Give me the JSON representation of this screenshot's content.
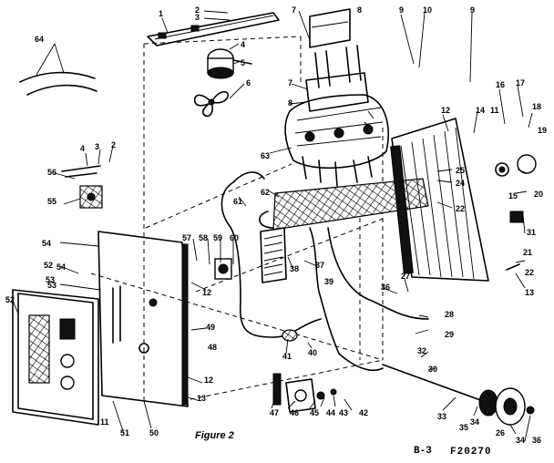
{
  "figure_label": "Figure 2",
  "page_code": "B-3",
  "drawing_number": "F20270",
  "callouts": [
    {
      "id": "c1",
      "text": "1"
    },
    {
      "id": "c2",
      "text": "2"
    },
    {
      "id": "c3",
      "text": "3"
    },
    {
      "id": "c4",
      "text": "4"
    },
    {
      "id": "c5",
      "text": "5"
    },
    {
      "id": "c6",
      "text": "6"
    },
    {
      "id": "c7",
      "text": "7"
    },
    {
      "id": "c8",
      "text": "8"
    },
    {
      "id": "c9",
      "text": "9"
    },
    {
      "id": "c10",
      "text": "10"
    },
    {
      "id": "c9b",
      "text": "9"
    },
    {
      "id": "c16",
      "text": "16"
    },
    {
      "id": "c17",
      "text": "17"
    },
    {
      "id": "c18",
      "text": "18"
    },
    {
      "id": "c19",
      "text": "19"
    },
    {
      "id": "c20",
      "text": "20"
    },
    {
      "id": "c12",
      "text": "12"
    },
    {
      "id": "c14",
      "text": "14"
    },
    {
      "id": "c15",
      "text": "15"
    },
    {
      "id": "c11",
      "text": "11"
    },
    {
      "id": "c7b",
      "text": "7"
    },
    {
      "id": "c8b",
      "text": "8"
    },
    {
      "id": "c63",
      "text": "63"
    },
    {
      "id": "c62",
      "text": "62"
    },
    {
      "id": "c64",
      "text": "64"
    },
    {
      "id": "c25",
      "text": "25"
    },
    {
      "id": "c24",
      "text": "24"
    },
    {
      "id": "c22",
      "text": "22"
    },
    {
      "id": "c21",
      "text": "21"
    },
    {
      "id": "c22b",
      "text": "22"
    },
    {
      "id": "c13",
      "text": "13"
    },
    {
      "id": "c61",
      "text": "61"
    },
    {
      "id": "c59",
      "text": "59"
    },
    {
      "id": "c60",
      "text": "60"
    },
    {
      "id": "c58",
      "text": "58"
    },
    {
      "id": "c57",
      "text": "57"
    },
    {
      "id": "c56",
      "text": "56"
    },
    {
      "id": "c55",
      "text": "55"
    },
    {
      "id": "c54",
      "text": "54"
    },
    {
      "id": "c53",
      "text": "53"
    },
    {
      "id": "c52",
      "text": "52"
    },
    {
      "id": "c4b",
      "text": "4"
    },
    {
      "id": "c3b",
      "text": "3"
    },
    {
      "id": "c2b",
      "text": "2"
    },
    {
      "id": "c12b",
      "text": "12"
    },
    {
      "id": "c38",
      "text": "38"
    },
    {
      "id": "c37",
      "text": "37"
    },
    {
      "id": "c39",
      "text": "39"
    },
    {
      "id": "c36",
      "text": "36"
    },
    {
      "id": "c27",
      "text": "27"
    },
    {
      "id": "c29",
      "text": "29"
    },
    {
      "id": "c28",
      "text": "28"
    },
    {
      "id": "c31",
      "text": "31"
    },
    {
      "id": "c32",
      "text": "32"
    },
    {
      "id": "c30",
      "text": "30"
    },
    {
      "id": "c33",
      "text": "33"
    },
    {
      "id": "c34",
      "text": "34"
    },
    {
      "id": "c35",
      "text": "35"
    },
    {
      "id": "c26",
      "text": "26"
    },
    {
      "id": "c34b",
      "text": "34"
    },
    {
      "id": "c36b",
      "text": "36"
    },
    {
      "id": "c41",
      "text": "41"
    },
    {
      "id": "c40",
      "text": "40"
    },
    {
      "id": "c44",
      "text": "44"
    },
    {
      "id": "c43",
      "text": "43"
    },
    {
      "id": "c42",
      "text": "42"
    },
    {
      "id": "c45",
      "text": "45"
    },
    {
      "id": "c46",
      "text": "46"
    },
    {
      "id": "c47",
      "text": "47"
    },
    {
      "id": "c48",
      "text": "48"
    },
    {
      "id": "c49",
      "text": "49"
    },
    {
      "id": "c50",
      "text": "50"
    },
    {
      "id": "c51",
      "text": "51"
    },
    {
      "id": "c13b",
      "text": "13"
    },
    {
      "id": "c12c",
      "text": "12"
    },
    {
      "id": "c11b",
      "text": "11"
    },
    {
      "id": "c54b",
      "text": "54"
    },
    {
      "id": "c53b",
      "text": "53"
    },
    {
      "id": "c52b",
      "text": "52"
    }
  ]
}
